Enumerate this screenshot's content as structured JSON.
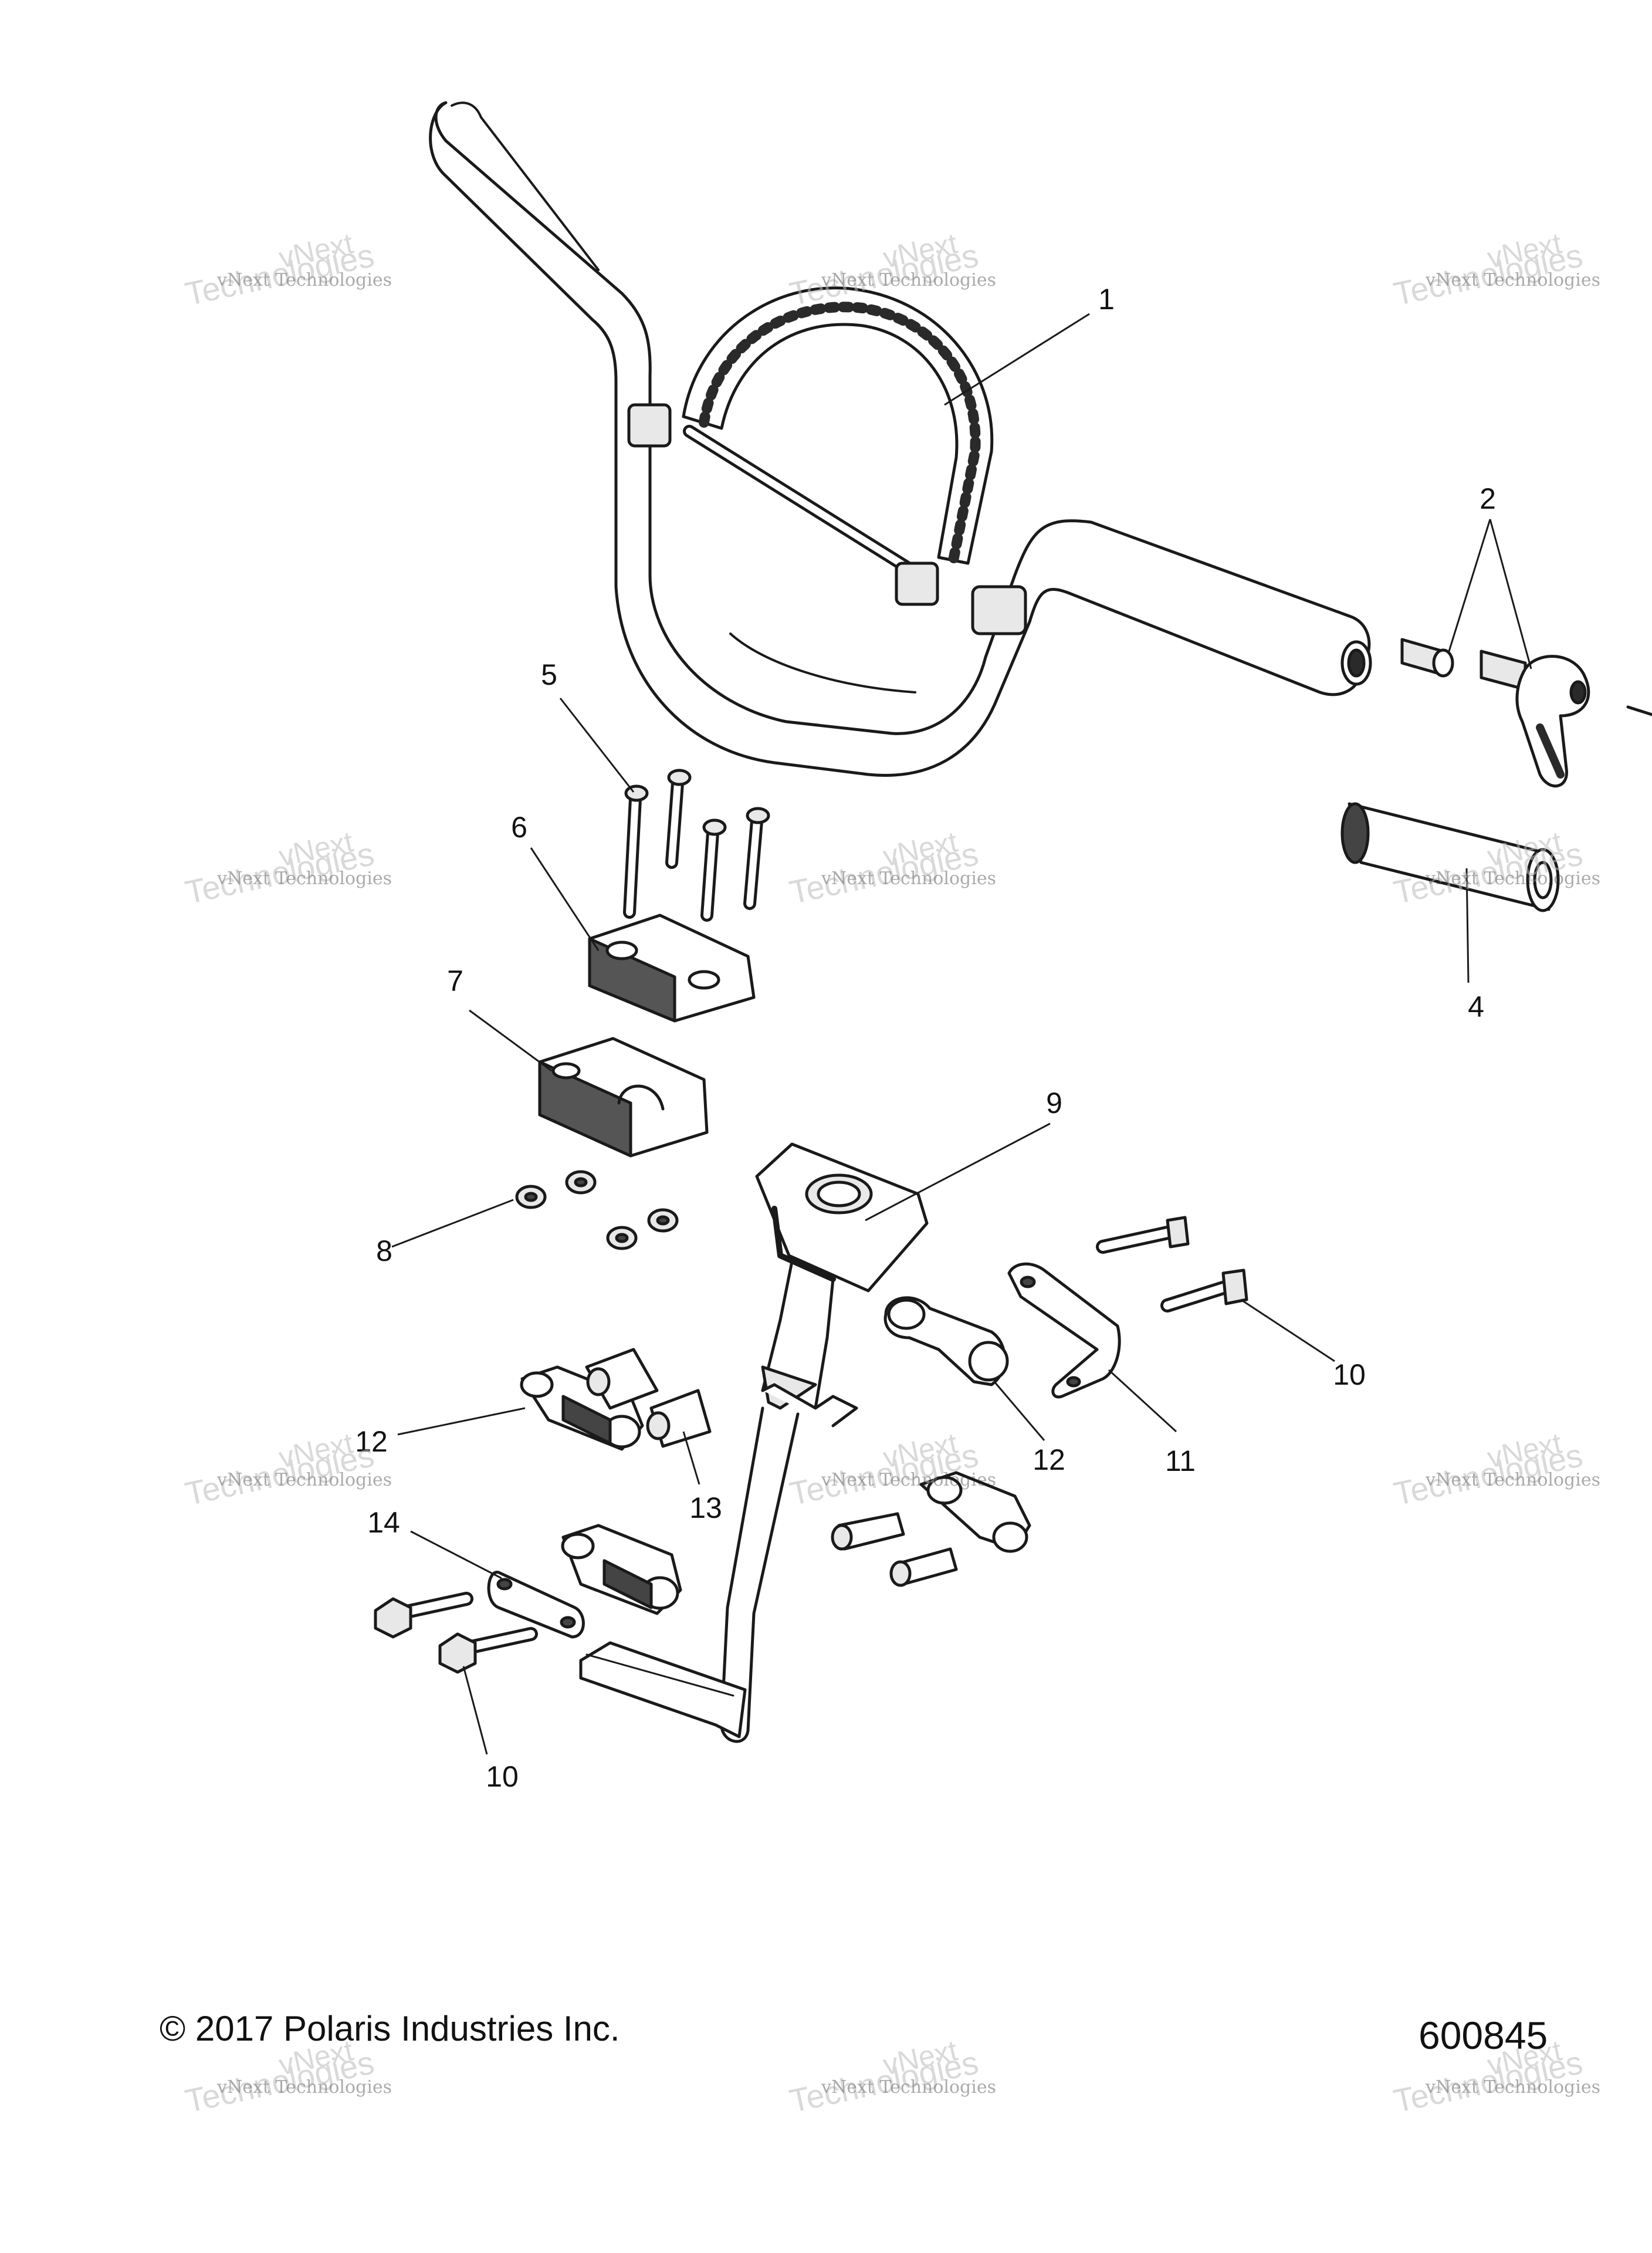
{
  "callouts": {
    "c1": "1",
    "c2": "2",
    "c4": "4",
    "c5": "5",
    "c6": "6",
    "c7": "7",
    "c8": "8",
    "c9": "9",
    "c10a": "10",
    "c10b": "10",
    "c11": "11",
    "c12a": "12",
    "c12b": "12",
    "c13": "13",
    "c14": "14"
  },
  "footer": {
    "copyright": "© 2017 Polaris Industries Inc.",
    "diagram_id": "600845"
  },
  "watermark": {
    "brand_line": "vNext Technologies",
    "big_line": "Technologies",
    "small_line": "vNext"
  },
  "colors": {
    "line": "#1a1a1a",
    "part_fill": "#ffffff",
    "shade": "#cfcfcf",
    "dark_fill": "#2a2a2a"
  }
}
